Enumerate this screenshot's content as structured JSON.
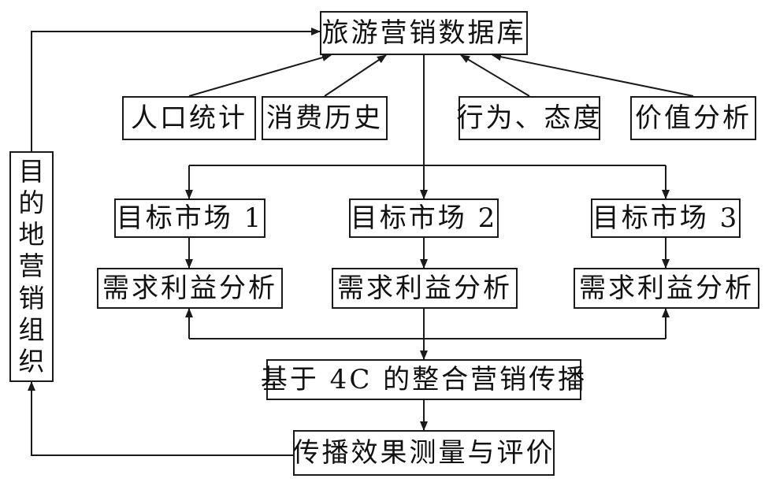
{
  "diagram": {
    "database": "旅游营销数据库",
    "sources": [
      "人口统计",
      "消费历史",
      "行为、态度",
      "价值分析"
    ],
    "targets": [
      "目标市场 1",
      "目标市场 2",
      "目标市场 3"
    ],
    "analyses": [
      "需求利益分析",
      "需求利益分析",
      "需求利益分析"
    ],
    "integration": "基于 4C 的整合营销传播",
    "evaluation": "传播效果测量与评价",
    "organization_chars": [
      "目",
      "的",
      "地",
      "营",
      "销",
      "组",
      "织"
    ]
  },
  "colors": {
    "line": "#1a1a1a",
    "background": "#ffffff"
  }
}
